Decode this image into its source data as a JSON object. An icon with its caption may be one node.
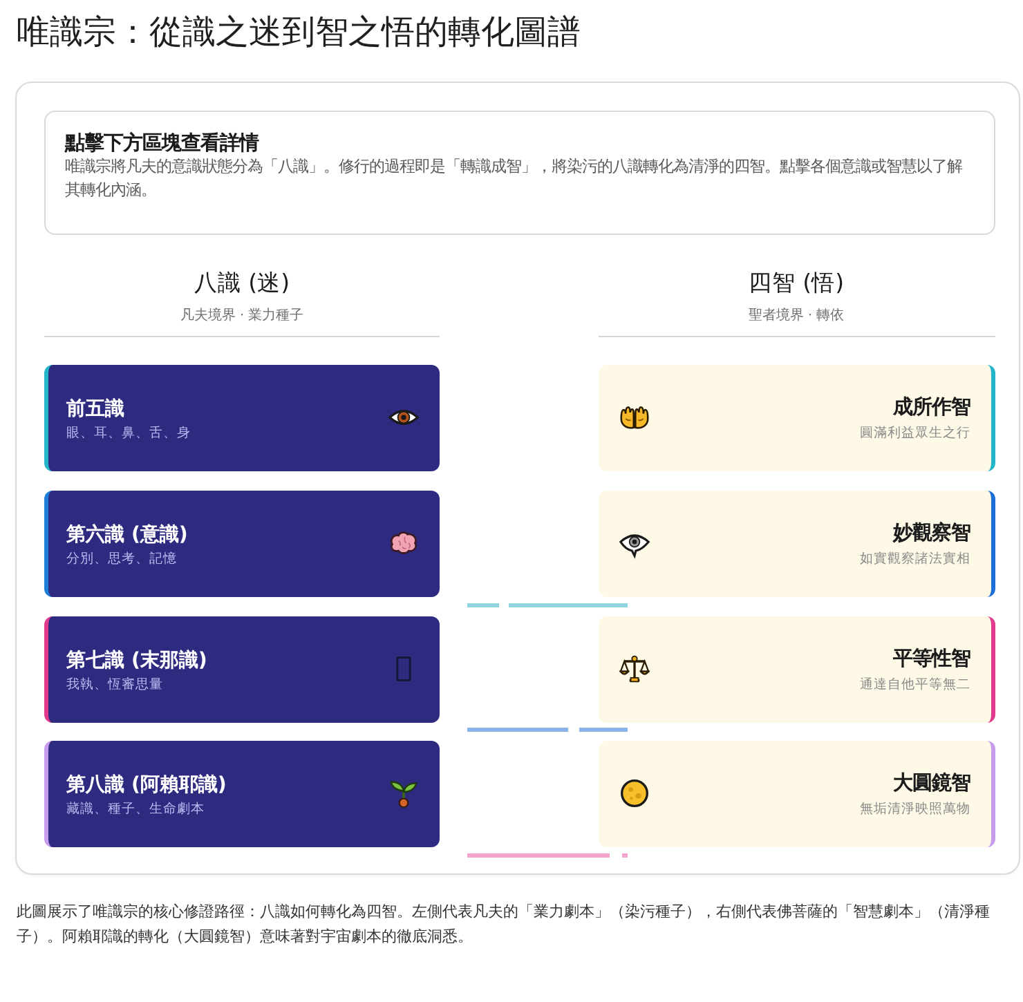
{
  "diagram": {
    "title": "唯識宗：從識之迷到智之悟的轉化圖譜",
    "nodes": [
      {
        "text": [],
        "shape": "box"
      },
      {
        "text": [
          "點擊下方區塊查看詳情",
          "唯識宗將凡夫的意識狀態分為「八識」。修行的過程即是「轉識成智」，將染污的八識轉化為清淨的四智。點擊各個意識或智慧以了解其轉化內涵。"
        ],
        "in": 0
      },
      {
        "text": [
          "前五識",
          "眼、耳、鼻、舌、身"
        ],
        "in": 0
      },
      {
        "text": [
          "第六識 (意識)",
          "分別、思考、記憶"
        ],
        "in": 0
      },
      {
        "text": [
          "第七識 (末那識)",
          "我執、恆審思量"
        ],
        "in": 0
      },
      {
        "text": [
          "第八識 (阿賴耶識)",
          "藏識、種子、生命劇本"
        ],
        "in": 0
      },
      {
        "text": [
          "成所作智",
          "圓滿利益眾生之行"
        ],
        "in": 0
      },
      {
        "text": [
          "妙觀察智",
          "如實觀察諸法實相"
        ],
        "in": 0
      },
      {
        "text": [
          "平等性智",
          "通達自他平等無二"
        ],
        "in": 0
      },
      {
        "text": [
          "大圓鏡智",
          "無垢清淨映照萬物"
        ],
        "in": 0
      }
    ],
    "labels": [
      "八識 (迷)",
      "凡夫境界 · 業力種子",
      "四智 (悟)",
      "聖者境界 · 轉依"
    ],
    "caption": "此圖展示了唯識宗的核心修證路徑：八識如何轉化為四智。左側代表凡夫的「業力劇本」（染污種子），右側代表佛菩薩的「智慧劇本」（清淨種子）。阿賴耶識的轉化（大圓鏡智）意味著對宇宙劇本的徹底洞悉。"
  }
}
